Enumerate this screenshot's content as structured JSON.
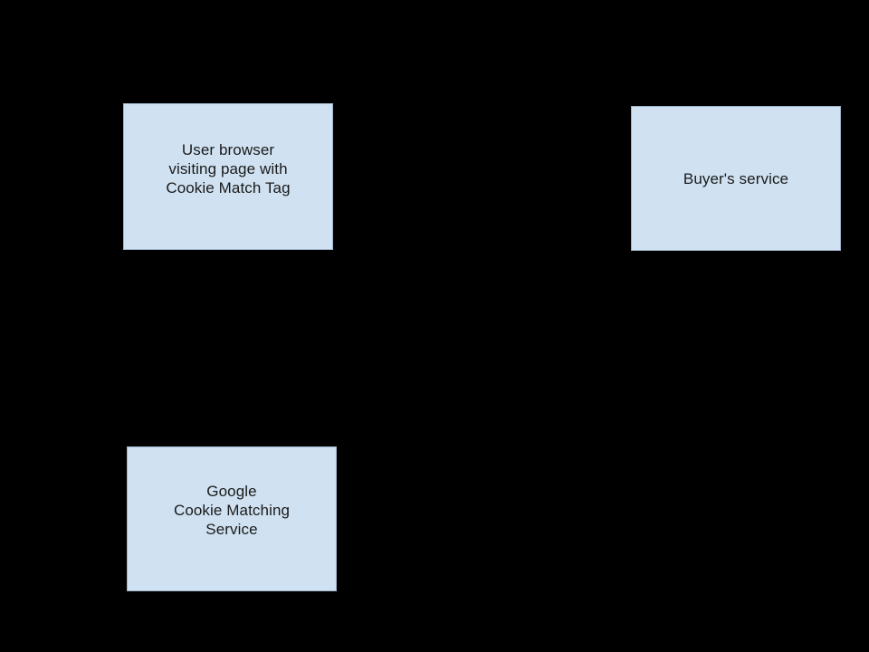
{
  "diagram": {
    "background_color": "#000000",
    "node_fill_color": "#d0e2f2",
    "node_border_color": "#9db3c7",
    "node_text_color": "#1a1a1a",
    "nodes": [
      {
        "id": "user-browser",
        "label": "User browser\nvisiting page with\nCookie Match Tag"
      },
      {
        "id": "buyer-service",
        "label": "Buyer's service"
      },
      {
        "id": "google-cms",
        "label": "Google\nCookie Matching\nService"
      }
    ]
  }
}
